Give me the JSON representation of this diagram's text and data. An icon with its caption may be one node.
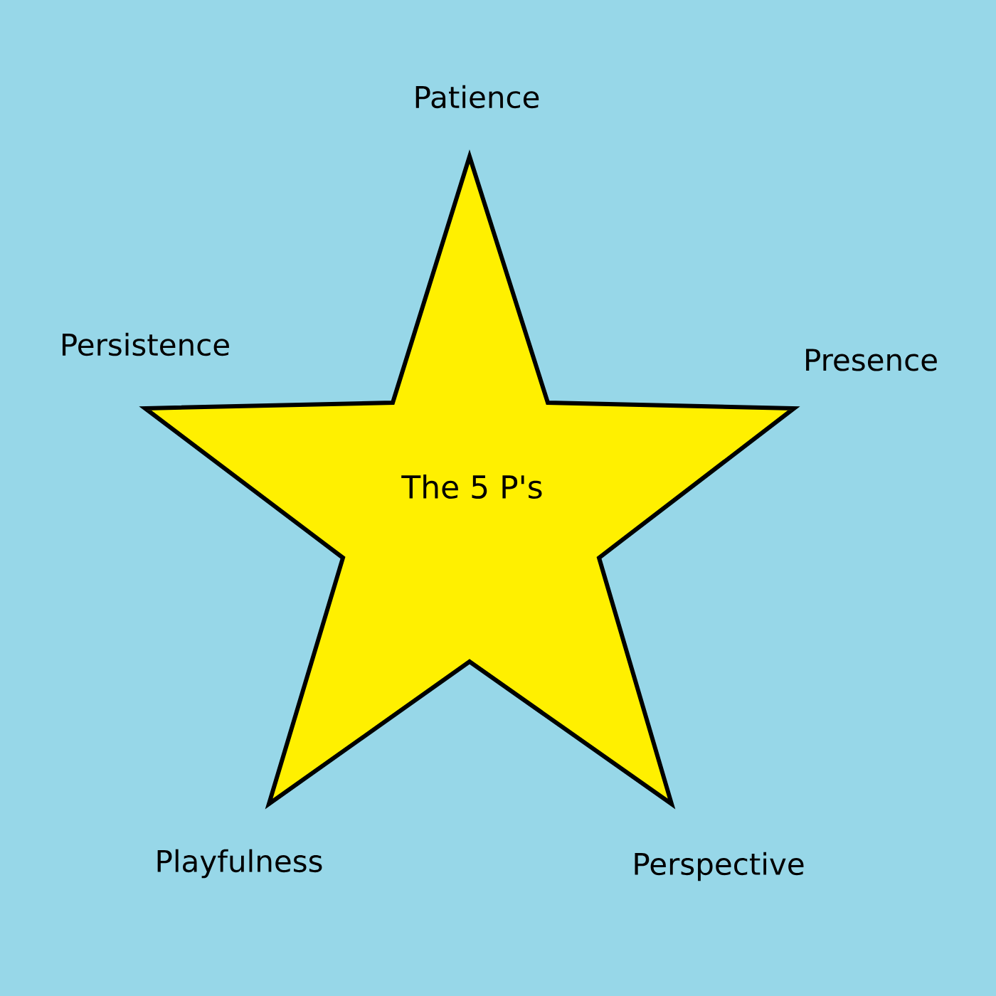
{
  "diagram": {
    "nodes": [
      {
        "text": [
          "The 5 P's"
        ]
      }
    ],
    "labels": [
      "Patience",
      "Persistence",
      "Presence",
      "Playfulness",
      "Perspective"
    ]
  }
}
